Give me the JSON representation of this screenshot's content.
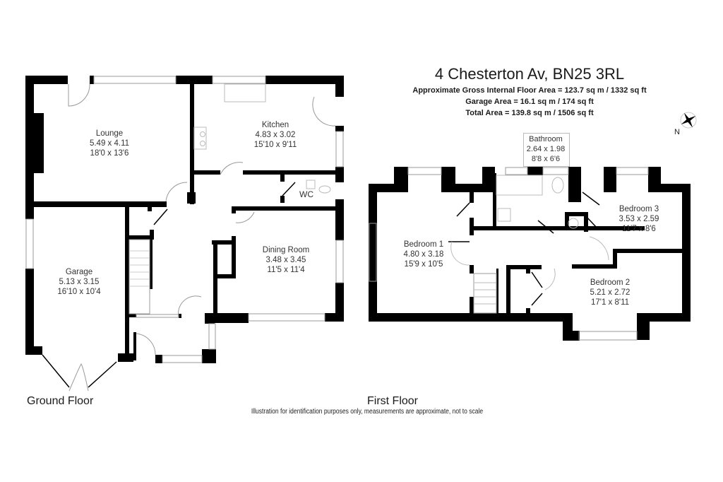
{
  "header": {
    "title": "4 Chesterton Av, BN25 3RL",
    "gross_internal_area": "Approximate Gross Internal Floor Area = 123.7 sq m / 1332 sq ft",
    "garage_area": "Garage Area = 16.1 sq m / 174 sq ft",
    "total_area": "Total Area = 139.8 sq m / 1506 sq ft"
  },
  "compass": {
    "icon": "compass-rose-icon",
    "label": "N"
  },
  "ground_floor": {
    "label": "Ground Floor",
    "rooms": [
      {
        "name": "Lounge",
        "metric": "5.49 x 4.11",
        "imperial": "18'0 x 13'6"
      },
      {
        "name": "Kitchen",
        "metric": "4.83 x 3.02",
        "imperial": "15'10 x 9'11"
      },
      {
        "name": "WC",
        "metric": "",
        "imperial": ""
      },
      {
        "name": "Dining Room",
        "metric": "3.48 x 3.45",
        "imperial": "11'5 x 11'4"
      },
      {
        "name": "Garage",
        "metric": "5.13 x 3.15",
        "imperial": "16'10 x 10'4"
      }
    ]
  },
  "first_floor": {
    "label": "First Floor",
    "rooms": [
      {
        "name": "Bathroom",
        "metric": "2.64 x 1.98",
        "imperial": "8'8 x 6'6"
      },
      {
        "name": "Bedroom 1",
        "metric": "4.80 x 3.18",
        "imperial": "15'9 x 10'5"
      },
      {
        "name": "Bedroom 3",
        "metric": "3.53 x 2.59",
        "imperial": "11'7 x 8'6"
      },
      {
        "name": "Bedroom 2",
        "metric": "5.21 x 2.72",
        "imperial": "17'1 x 8'11"
      }
    ]
  },
  "footer": {
    "disclaimer": "Illustration for identification purposes only, measurements are approximate, not to scale"
  },
  "colors": {
    "wall": "#000000",
    "fixture": "#bbbbbb",
    "text": "#333333"
  }
}
